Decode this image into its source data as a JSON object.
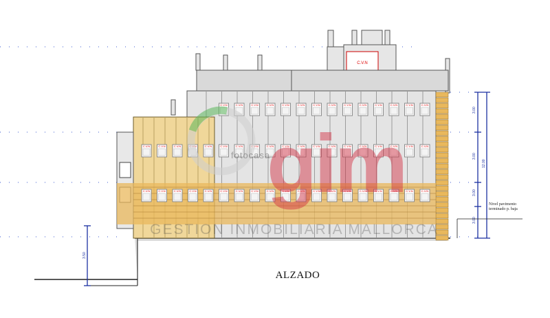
{
  "drawing": {
    "caption": "ALZADO",
    "watermark": "GESTION INMOBILIARIA MALLORCA",
    "logo_mark": "gim",
    "logo_sub": "fotocasa",
    "window_tag": "C.V.N",
    "level_note_line1": "Nivel pavimento",
    "level_note_line2": "terminado p. baja",
    "colors": {
      "facade_yellow": "#f0d79a",
      "facade_grey": "#e4e4e4",
      "brick": "#e9b85c",
      "window_frame": "#8a8a8a",
      "dimension_blue": "#1a2fa0",
      "logo_red": "#d2283c",
      "logo_green": "#5cb85c"
    }
  }
}
